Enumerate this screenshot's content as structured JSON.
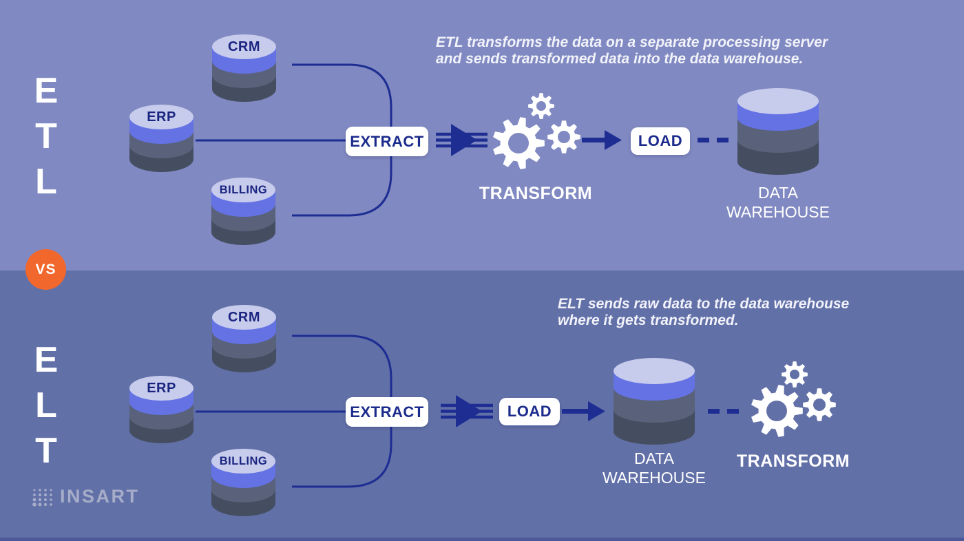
{
  "infographic": {
    "vs_label": "VS",
    "brand": "INSART",
    "colors": {
      "orange": "#f2672c",
      "navy": "#1d2d92",
      "bg_top": "#8089c1",
      "bg_bottom": "#6270a8",
      "cylinder_blue": "#6472e4",
      "cylinder_cap": "#c7cbec"
    },
    "etl": {
      "letter_1": "E",
      "letter_2": "T",
      "letter_3": "L",
      "description_line_1": "ETL transforms the data on a separate processing server",
      "description_line_2": "and sends transformed data into the data warehouse.",
      "source_1": "CRM",
      "source_2": "ERP",
      "source_3": "BILLING",
      "step_extract": "EXTRACT",
      "step_transform": "TRANSFORM",
      "step_load": "LOAD",
      "warehouse_line_1": "DATA",
      "warehouse_line_2": "WAREHOUSE"
    },
    "elt": {
      "letter_1": "E",
      "letter_2": "L",
      "letter_3": "T",
      "description_line_1": "ELT sends raw data to the data warehouse",
      "description_line_2": "where it gets transformed.",
      "source_1": "CRM",
      "source_2": "ERP",
      "source_3": "BILLING",
      "step_extract": "EXTRACT",
      "step_load": "LOAD",
      "step_transform": "TRANSFORM",
      "warehouse_line_1": "DATA",
      "warehouse_line_2": "WAREHOUSE"
    }
  }
}
